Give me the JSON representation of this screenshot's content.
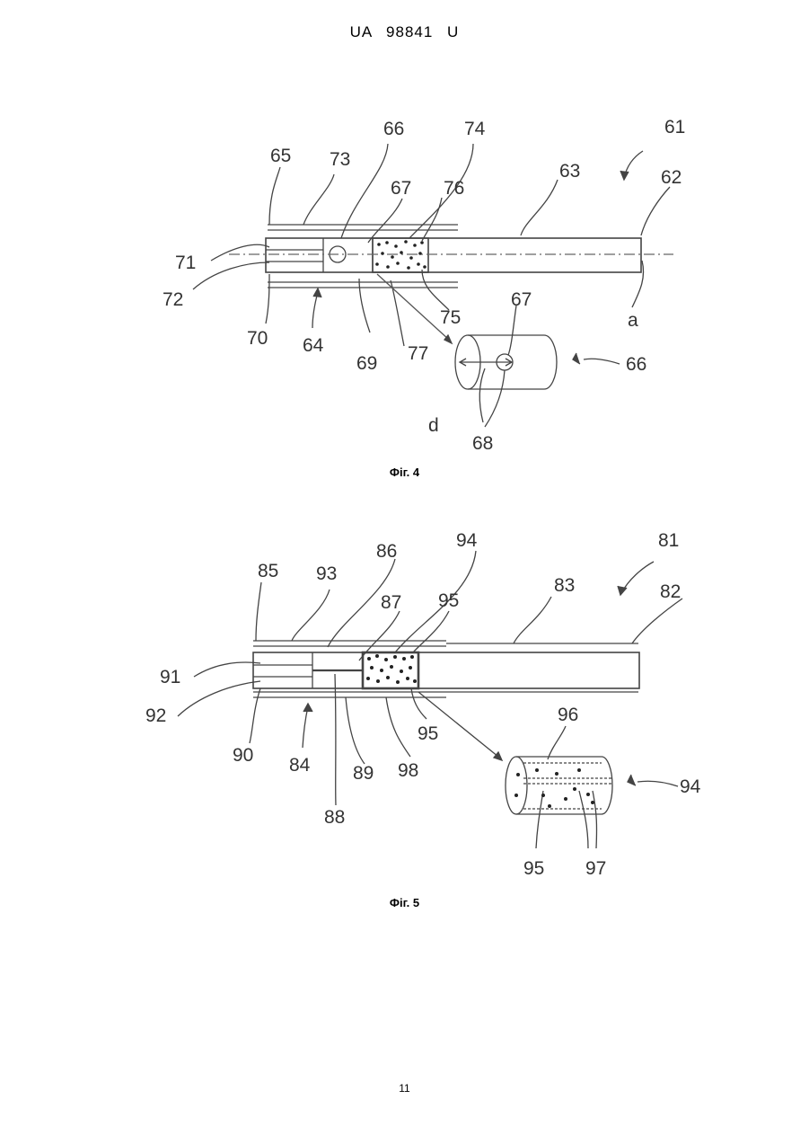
{
  "header": {
    "patent_number": "UA   98841   U"
  },
  "figures": [
    {
      "caption": "Фіг. 4",
      "labels": {
        "l61": "61",
        "l62": "62",
        "l63": "63",
        "l64": "64",
        "l65": "65",
        "l66": "66",
        "l66b": "66",
        "l67": "67",
        "l67b": "67",
        "l68": "68",
        "l69": "69",
        "l70": "70",
        "l71": "71",
        "l72": "72",
        "l73": "73",
        "l74": "74",
        "l75": "75",
        "l76": "76",
        "l77": "77",
        "la": "a",
        "ld": "d"
      }
    },
    {
      "caption": "Фіг. 5",
      "labels": {
        "l81": "81",
        "l82": "82",
        "l83": "83",
        "l84": "84",
        "l85": "85",
        "l86": "86",
        "l87": "87",
        "l88": "88",
        "l89": "89",
        "l90": "90",
        "l91": "91",
        "l92": "92",
        "l93": "93",
        "l94": "94",
        "l94b": "94",
        "l95": "95",
        "l95b": "95",
        "l95c": "95",
        "l96": "96",
        "l97": "97",
        "l98": "98"
      }
    }
  ],
  "page_number": "11"
}
